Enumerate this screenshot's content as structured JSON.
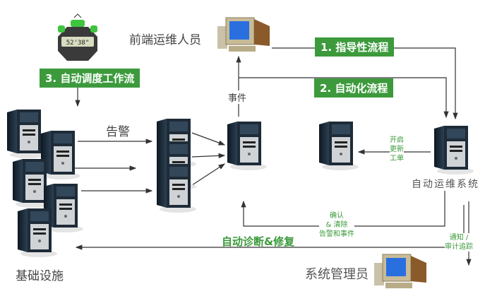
{
  "labels": {
    "frontend_ops": "前端运维人员",
    "event": "事件",
    "alert": "告警",
    "auto_ops_system": "自动运维系统",
    "infrastructure": "基础设施",
    "sys_admin": "系统管理员"
  },
  "badges": {
    "guided": "1. 指导性流程",
    "automated": "2. 自动化流程",
    "scheduling": "3. 自动调度工作流"
  },
  "green_notes": {
    "open_ticket": [
      "开启",
      "更新",
      "工单"
    ],
    "confirm": [
      "确认",
      "& 清除",
      "告警和事件"
    ],
    "notify": [
      "通知 /",
      "审计追踪"
    ],
    "diagnose": "自动诊断&修复"
  },
  "stopwatch": {
    "reading": "52'38\""
  },
  "colors": {
    "badge": "#3c9a3c",
    "note": "#3a9a3a",
    "server": "#1e2b38"
  }
}
